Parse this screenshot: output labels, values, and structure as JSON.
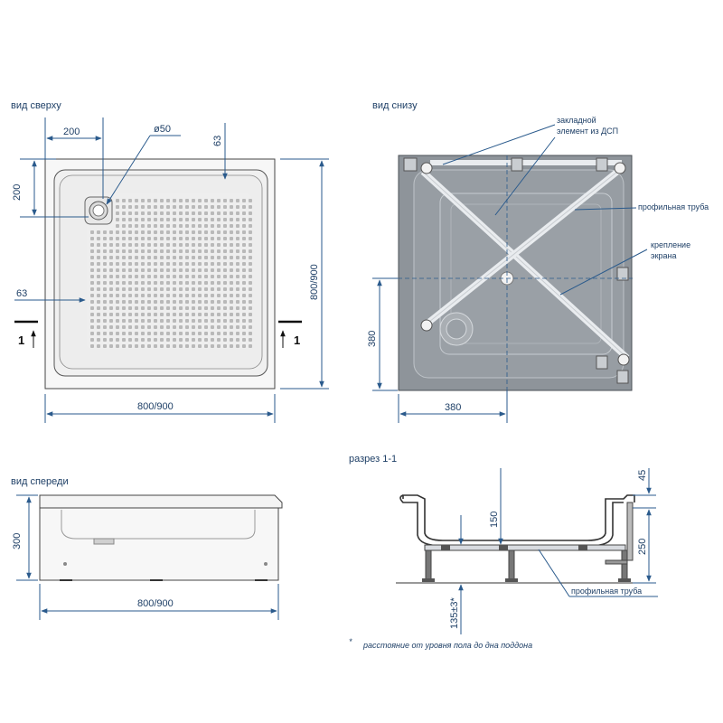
{
  "views": {
    "top": "вид сверху",
    "bottom": "вид снизу",
    "front": "вид спереди",
    "section": "разрез 1-1"
  },
  "top_view": {
    "dim_200_h": "200",
    "dim_200_v": "200",
    "dim_diam": "ø50",
    "dim_63_top": "63",
    "dim_63_left": "63",
    "dim_width": "800/900",
    "dim_height": "800/900",
    "section_mark": "1"
  },
  "bottom_view": {
    "callout_insert": [
      "закладной",
      "элемент из ДСП"
    ],
    "callout_tube": "профильная труба",
    "callout_mount": [
      "крепление",
      "экрана"
    ],
    "dim_380_v": "380",
    "dim_380_h": "380"
  },
  "front_view": {
    "dim_300": "300",
    "dim_width": "800/900"
  },
  "section_view": {
    "dim_45": "45",
    "dim_150": "150",
    "dim_250": "250",
    "dim_135": "135±3*",
    "callout_tube": "профильная труба",
    "footnote_mark": "*",
    "footnote": "расстояние от уровня пола до дна поддона"
  },
  "colors": {
    "dimension": "#2a5a8c",
    "text": "#1e3f66",
    "tray_fill": "#f4f4f4",
    "underside_fill": "#8f959b",
    "frame": "#e9ecef"
  }
}
